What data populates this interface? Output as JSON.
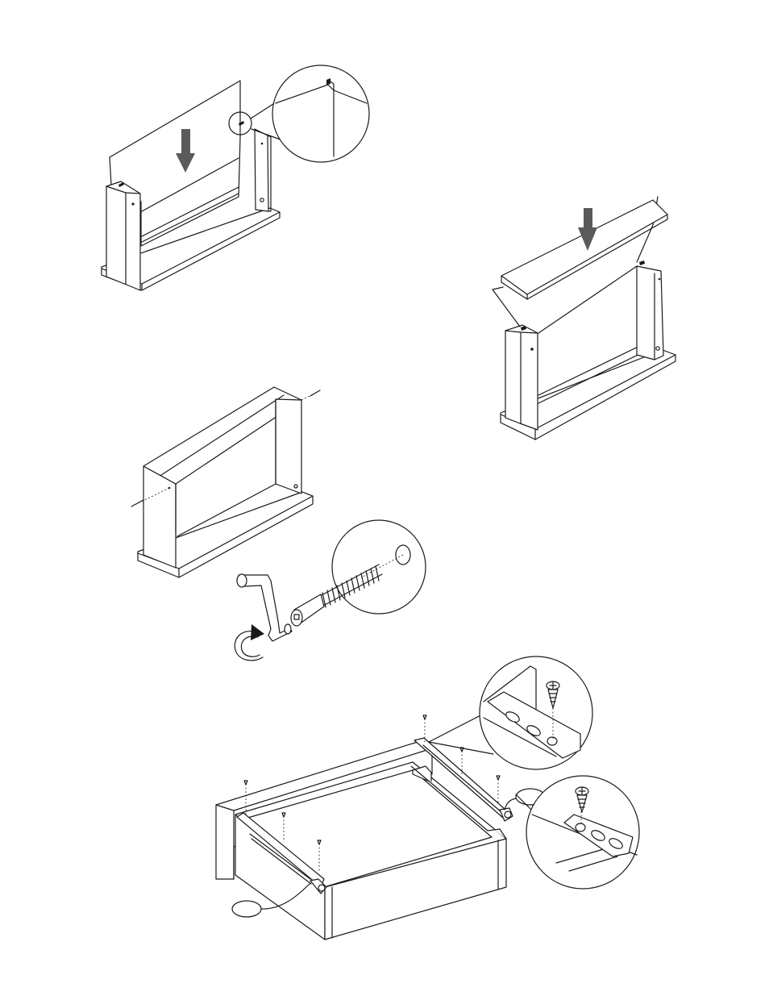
{
  "document": {
    "kind": "assembly-instructions-page",
    "line_color": "#1a1a1a",
    "arrow_color": "#5a5a5a",
    "background": "#ffffff"
  },
  "steps": [
    {
      "id": "back-panel",
      "icons": [
        "down-arrow-icon",
        "magnifier-circle-icon"
      ]
    },
    {
      "id": "top-shelf",
      "icons": [
        "down-arrow-icon"
      ]
    },
    {
      "id": "bolt-frame",
      "icons": [
        "bolt-icon"
      ]
    },
    {
      "id": "cam-bolt",
      "icons": [
        "allen-key-icon",
        "rotate-arrow-icon",
        "magnifier-circle-icon"
      ]
    },
    {
      "id": "drawer-slides",
      "icons": [
        "screw-icon",
        "magnifier-circle-icon",
        "callout-bubble-icon"
      ]
    }
  ]
}
